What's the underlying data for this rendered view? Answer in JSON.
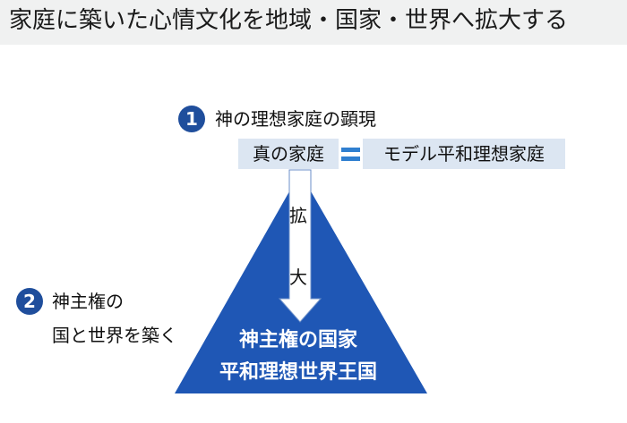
{
  "header": {
    "title": "家庭に築いた心情文化を地域・国家・世界へ拡大する"
  },
  "step1": {
    "number": "1",
    "label": "神の理想家庭の顕現",
    "left_box": "真の家庭",
    "right_box": "モデル平和理想家庭"
  },
  "arrow": {
    "chars": [
      "拡",
      "大"
    ]
  },
  "step2": {
    "number": "2",
    "line1": "神主権の",
    "line2": "国と世界を築く"
  },
  "triangle": {
    "line1": "神主権の国家",
    "line2": "平和理想世界王国"
  },
  "colors": {
    "triangle": "#1f57b5",
    "badge": "#1f4e9c",
    "box": "#dce6f2",
    "equals": "#2f7fd0",
    "title_bar": "#f0f1f1"
  }
}
